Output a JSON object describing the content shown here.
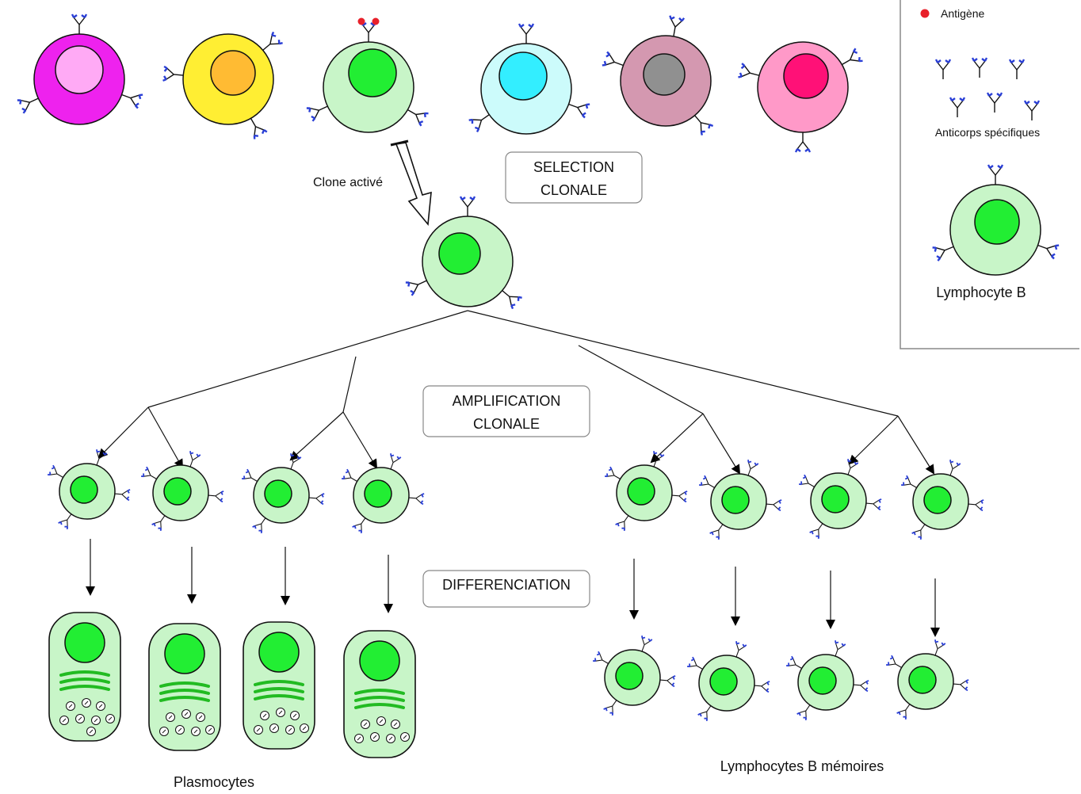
{
  "labels": {
    "selection_line1": "SELECTION",
    "selection_line2": "CLONALE",
    "amplification_line1": "AMPLIFICATION",
    "amplification_line2": "CLONALE",
    "differenciation": "DIFFERENCIATION",
    "clone_active": "Clone  activé",
    "plasmocytes": "Plasmocytes",
    "lymphocytes_memoires": "Lymphocytes B mémoires"
  },
  "legend": {
    "antigene": "Antigène",
    "anticorps": "Anticorps spécifiques",
    "lymphocyte": "Lymphocyte B"
  },
  "colors": {
    "antigen": "#e8202a",
    "antibody": "#2a3fd6",
    "cell_body": "#c8f5c8",
    "nucleus": "#22ee33",
    "plasmocyte_er": "#22bb22",
    "repertoire": [
      {
        "body": "#ee22ee",
        "nucleus": "#ffaaf5"
      },
      {
        "body": "#ffee33",
        "nucleus": "#ffbb33"
      },
      {
        "body": "#c8f5c8",
        "nucleus": "#22ee33"
      },
      {
        "body": "#ccfbfb",
        "nucleus": "#33eeff"
      },
      {
        "body": "#d498b0",
        "nucleus": "#909090"
      },
      {
        "body": "#ff99c8",
        "nucleus": "#ff1177"
      }
    ]
  }
}
